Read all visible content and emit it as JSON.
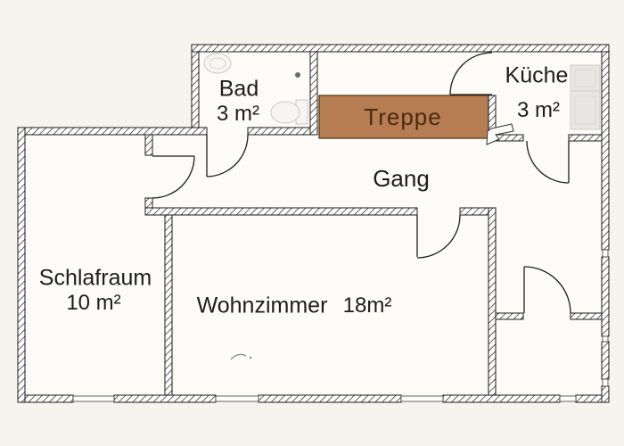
{
  "plan": {
    "rooms": {
      "bad": {
        "label": "Bad",
        "area": "3 m²"
      },
      "kueche": {
        "label": "Küche",
        "area": "3 m²"
      },
      "treppe": {
        "label": "Treppe"
      },
      "gang": {
        "label": "Gang"
      },
      "schlafraum": {
        "label": "Schlafraum",
        "area": "10 m²"
      },
      "wohnzimmer": {
        "label": "Wohnzimmer",
        "area": "18m²"
      }
    },
    "colors": {
      "paper": "#f6f4ef",
      "room_fill": "#fcfbf8",
      "wall_line": "#1b1b1b",
      "stairs_fill": "#b57d51",
      "stairs_border": "#503318",
      "stairs_text": "#4a2a12",
      "fixture_gray": "#e9e7e3"
    }
  }
}
